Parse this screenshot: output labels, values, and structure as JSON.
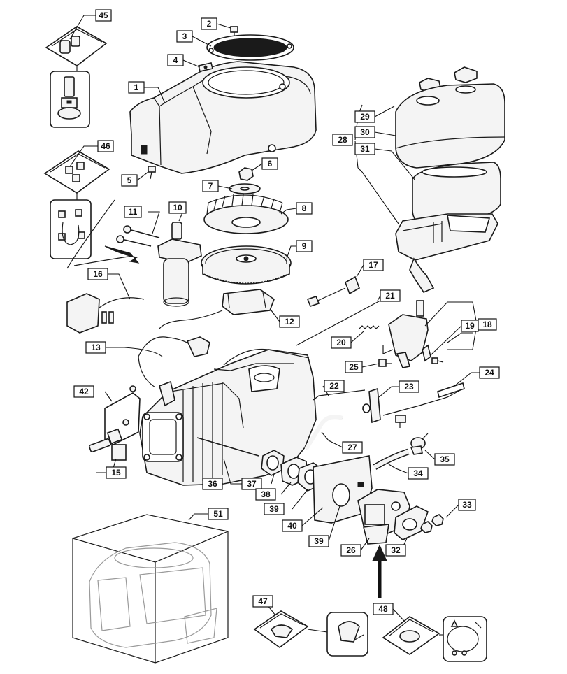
{
  "callouts": {
    "c1": "1",
    "c2": "2",
    "c3": "3",
    "c4": "4",
    "c5": "5",
    "c6": "6",
    "c7": "7",
    "c8": "8",
    "c9": "9",
    "c10": "10",
    "c11": "11",
    "c12": "12",
    "c13": "13",
    "c15": "15",
    "c16": "16",
    "c17": "17",
    "c18": "18",
    "c19": "19",
    "c20": "20",
    "c21": "21",
    "c22": "22",
    "c23": "23",
    "c24": "24",
    "c25": "25",
    "c26": "26",
    "c27": "27",
    "c28": "28",
    "c29": "29",
    "c30": "30",
    "c31": "31",
    "c32": "32",
    "c33": "33",
    "c34": "34",
    "c35": "35",
    "c36": "36",
    "c37": "37",
    "c38": "38",
    "c39a": "39",
    "c39b": "39",
    "c40": "40",
    "c42": "42",
    "c45": "45",
    "c46": "46",
    "c47": "47",
    "c48": "48",
    "c51": "51"
  },
  "colors": {
    "line": "#1a1a1a",
    "background": "#ffffff",
    "ghost": "#9a9a9a"
  }
}
